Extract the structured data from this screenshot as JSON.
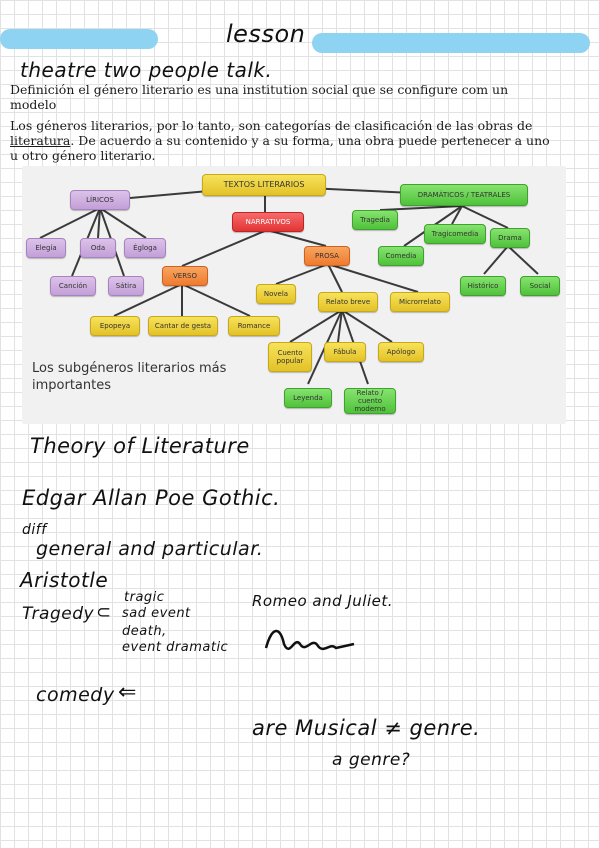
{
  "header": {
    "title": "lesson",
    "accent_color": "#8fd3f2"
  },
  "notes_top": "theatre two people talk.",
  "printed": {
    "definition": "Definición el género literario es una institution social que se configure com un modelo",
    "paragraph_pre": "Los géneros literarios, por lo tanto, son categorías de clasificación de las obras de ",
    "paragraph_underlined": "literatura",
    "paragraph_post": ". De acuerdo a su contenido y a su forma, una obra puede pertenecer a uno u otro género literario."
  },
  "map": {
    "caption": "Los subgéneros literarios más importantes",
    "nodes": {
      "root": "TEXTOS LITERARIOS",
      "liricos": "LÍRICOS",
      "narrativos": "NARRATIVOS",
      "dramaticos": "DRAMÁTICOS / TEATRALES",
      "elegia": "Elegía",
      "oda": "Oda",
      "egloga": "Égloga",
      "cancion": "Canción",
      "satira": "Sátira",
      "verso": "VERSO",
      "prosa": "PROSA",
      "epopeya": "Epopeya",
      "cantar": "Cantar de gesta",
      "romance": "Romance",
      "novela": "Novela",
      "relato_breve": "Relato breve",
      "microrrelato": "Microrrelato",
      "cuento_popular": "Cuento popular",
      "fabula": "Fábula",
      "apologo": "Apólogo",
      "leyenda": "Leyenda",
      "relato_moderno": "Relato / cuento moderno",
      "tragedia": "Tragedia",
      "tragicomedia": "Tragicomedia",
      "drama": "Drama",
      "comedia": "Comedia",
      "historico": "Histórico",
      "social": "Social"
    }
  },
  "notes": {
    "theory": "Theory of Literature",
    "poe": "Edgar Allan Poe Gothic.",
    "diff": "diff",
    "general": "general and particular.",
    "aristotle": "Aristotle",
    "tragedy": "Tragedy",
    "tragic": "tragic",
    "sad_event": "sad event",
    "death": "death,",
    "dramatic": "event dramatic",
    "romeo": "Romeo and Juliet.",
    "comedy": "comedy",
    "musical": "are Musical ≠ genre.",
    "agenre": "a genre?"
  }
}
